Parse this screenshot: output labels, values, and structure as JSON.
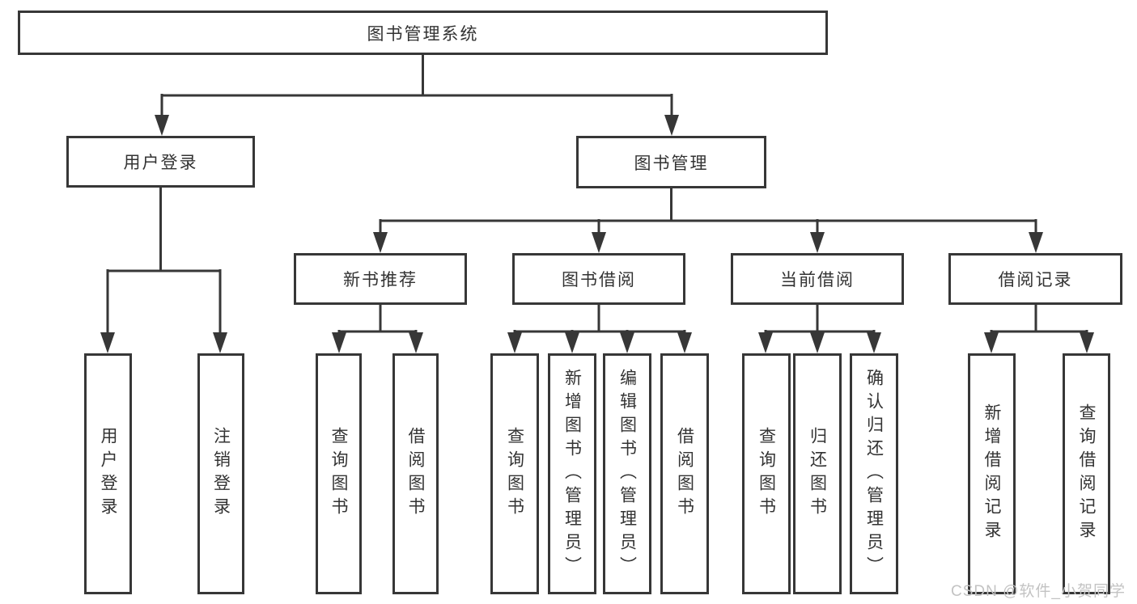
{
  "colors": {
    "line": "#373737",
    "box_border": "#373737",
    "text": "#333333",
    "background": "#ffffff",
    "watermark_text": "#c3c3c3"
  },
  "watermark": {
    "text": "CSDN @软件_小贺同学"
  },
  "tree": {
    "label": "图书管理系统",
    "children": [
      {
        "label": "用户登录",
        "children": [
          {
            "label": "用户登录"
          },
          {
            "label": "注销登录"
          }
        ]
      },
      {
        "label": "图书管理",
        "children": [
          {
            "label": "新书推荐",
            "children": [
              {
                "label": "查询图书"
              },
              {
                "label": "借阅图书"
              }
            ]
          },
          {
            "label": "图书借阅",
            "children": [
              {
                "label": "查询图书"
              },
              {
                "label": "新增图书（管理员）"
              },
              {
                "label": "编辑图书（管理员）"
              },
              {
                "label": "借阅图书"
              }
            ]
          },
          {
            "label": "当前借阅",
            "children": [
              {
                "label": "查询图书"
              },
              {
                "label": "归还图书"
              },
              {
                "label": "确认归还（管理员）"
              }
            ]
          },
          {
            "label": "借阅记录",
            "children": [
              {
                "label": "新增借阅记录"
              },
              {
                "label": "查询借阅记录"
              }
            ]
          }
        ]
      }
    ]
  }
}
